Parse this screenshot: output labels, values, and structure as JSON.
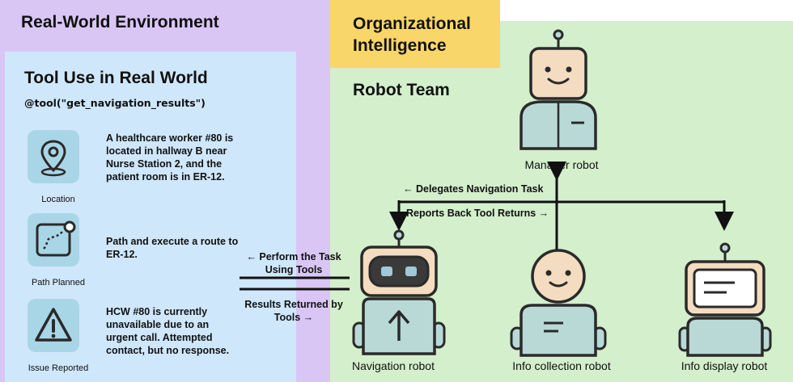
{
  "left": {
    "heading": "Real-World Environment",
    "subheading": "Tool Use in Real World",
    "tool_call": "@tool(\"get_navigation_results\")",
    "steps": [
      {
        "icon": "location-pin-icon",
        "caption": "Location",
        "text": "A healthcare worker #80 is located in hallway B near Nurse Station 2, and the patient room is in ER-12."
      },
      {
        "icon": "route-map-icon",
        "caption": "Path Planned",
        "text": "Path and execute a route to ER-12."
      },
      {
        "icon": "warning-triangle-icon",
        "caption": "Issue Reported",
        "text": "HCW #80 is currently unavailable due to an urgent call. Attempted contact, but no response."
      }
    ]
  },
  "middle": {
    "perform_label": "← Perform the Task Using Tools",
    "results_label": "Results Returned by Tools →"
  },
  "right": {
    "heading": "Organizational Intelligence",
    "subheading": "Robot Team",
    "delegates_label": "← Delegates Navigation Task",
    "reports_label": "Reports Back Tool Returns →",
    "robots": {
      "manager": "Manager robot",
      "navigation": "Navigation robot",
      "info_collection": "Info collection robot",
      "info_display": "Info display robot"
    }
  },
  "colors": {
    "purple": "#d9c6f5",
    "blue": "#cfe7fb",
    "yellow": "#f9d66a",
    "green": "#d3efcc",
    "robot_body": "#b9d9d6",
    "robot_head": "#f3dcc0",
    "icon_tile": "#a9d6e6"
  }
}
